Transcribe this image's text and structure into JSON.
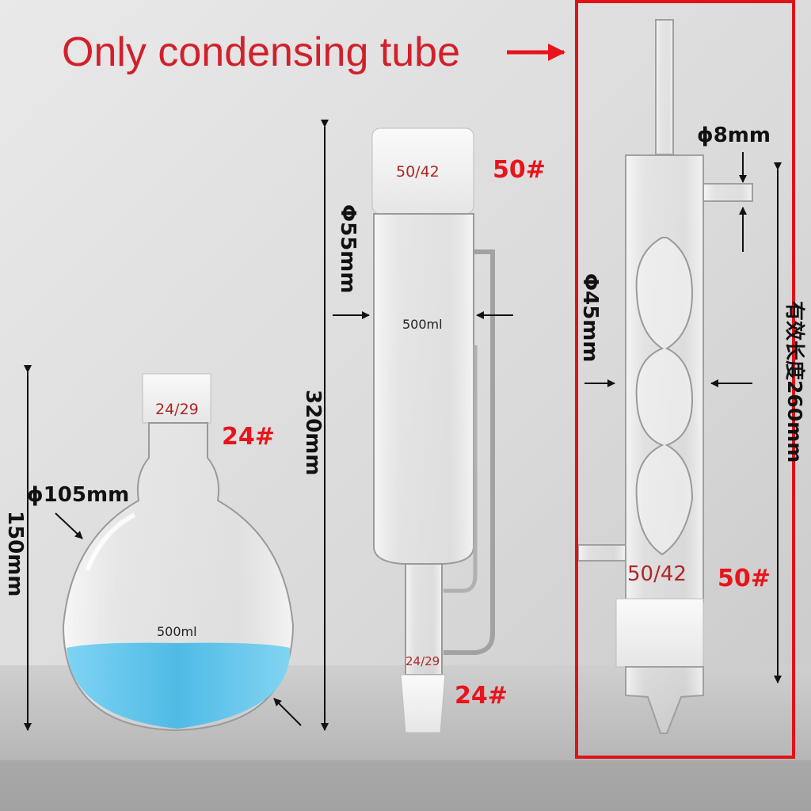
{
  "header": {
    "title": "Only condensing tube"
  },
  "flask": {
    "joint": "24/29",
    "size_label": "24#",
    "diameter": "ϕ105mm",
    "height": "150mm",
    "volume": "500ml"
  },
  "extractor": {
    "top_joint": "50/42",
    "top_size_label": "50#",
    "diameter": "Φ55mm",
    "height": "320mm",
    "volume": "500ml",
    "bottom_joint": "24/29",
    "bottom_size_label": "24#"
  },
  "condenser": {
    "port_diameter": "ϕ8mm",
    "diameter": "Φ45mm",
    "effective_length": "有效长度260mm",
    "joint": "50/42",
    "size_label": "50#"
  },
  "colors": {
    "title": "#d2202b",
    "labels": "#e8141c",
    "highlight_box": "#e01218",
    "liquid": "#57c3ec"
  }
}
